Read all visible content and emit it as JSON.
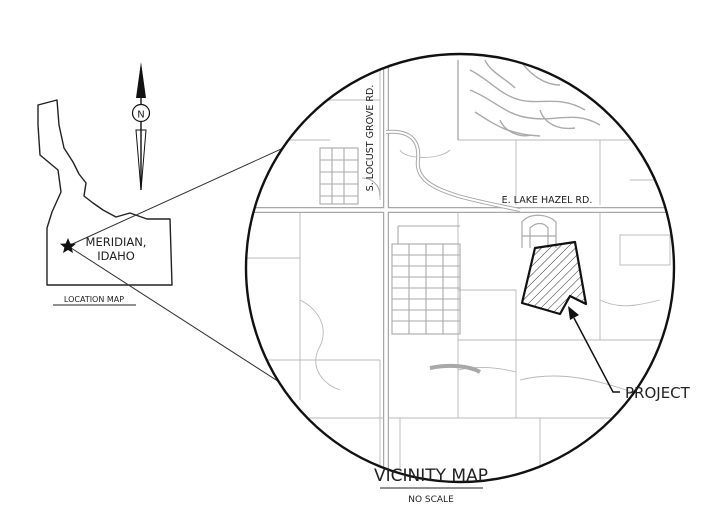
{
  "location_map": {
    "city_line1": "MERIDIAN,",
    "city_line2": "IDAHO",
    "caption": "LOCATION MAP"
  },
  "north_arrow": {
    "letter": "N"
  },
  "vicinity_map": {
    "roads": {
      "north_south": "S. LOCUST GROVE RD.",
      "east_west": "E. LAKE HAZEL RD."
    },
    "project_label": "PROJECT",
    "title": "VICINITY MAP",
    "scale_note": "NO SCALE"
  },
  "colors": {
    "ink": "#222222",
    "road": "#aaaaaa",
    "parcel": "#bdbdbd"
  }
}
